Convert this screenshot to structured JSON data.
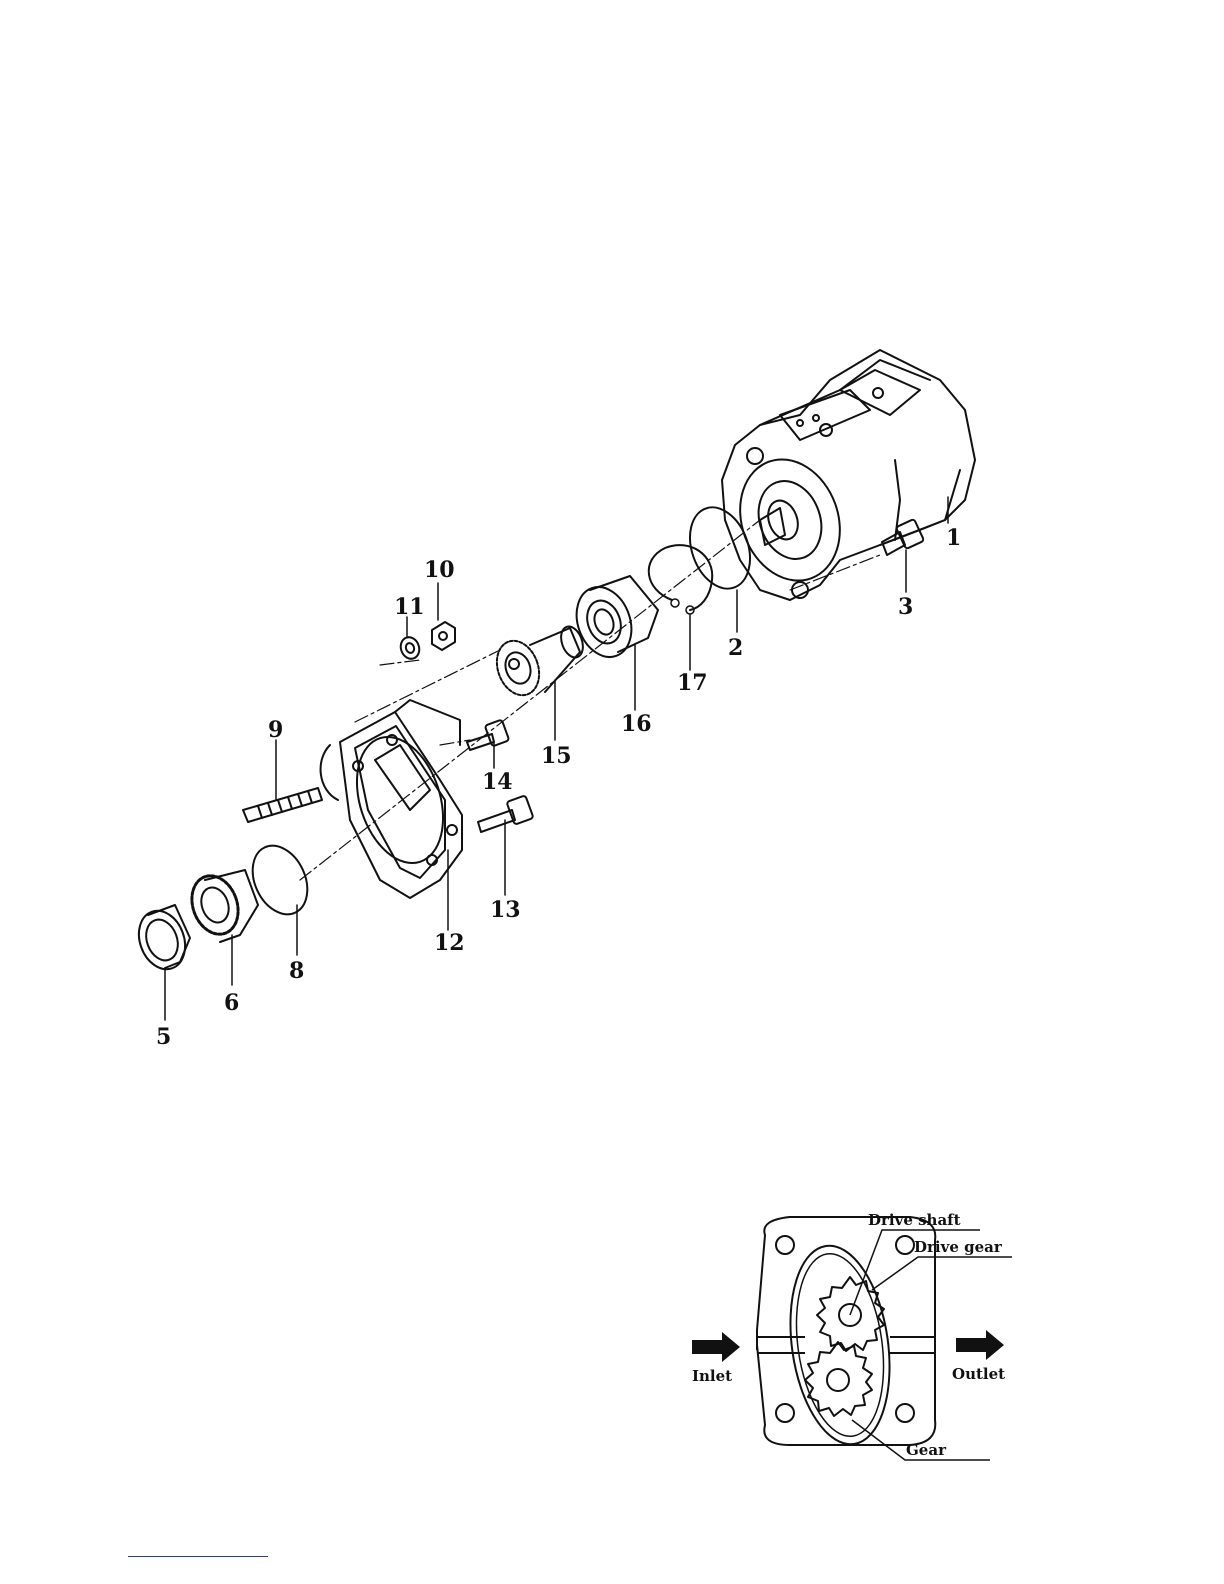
{
  "exploded_view": {
    "part_numbers": [
      "1",
      "2",
      "3",
      "5",
      "6",
      "8",
      "9",
      "10",
      "11",
      "12",
      "13",
      "14",
      "15",
      "16",
      "17"
    ]
  },
  "pump_section": {
    "labels": {
      "drive_shaft": "Drive shaft",
      "drive_gear": "Drive gear",
      "inlet": "Inlet",
      "outlet": "Outlet",
      "gear": "Gear"
    }
  }
}
